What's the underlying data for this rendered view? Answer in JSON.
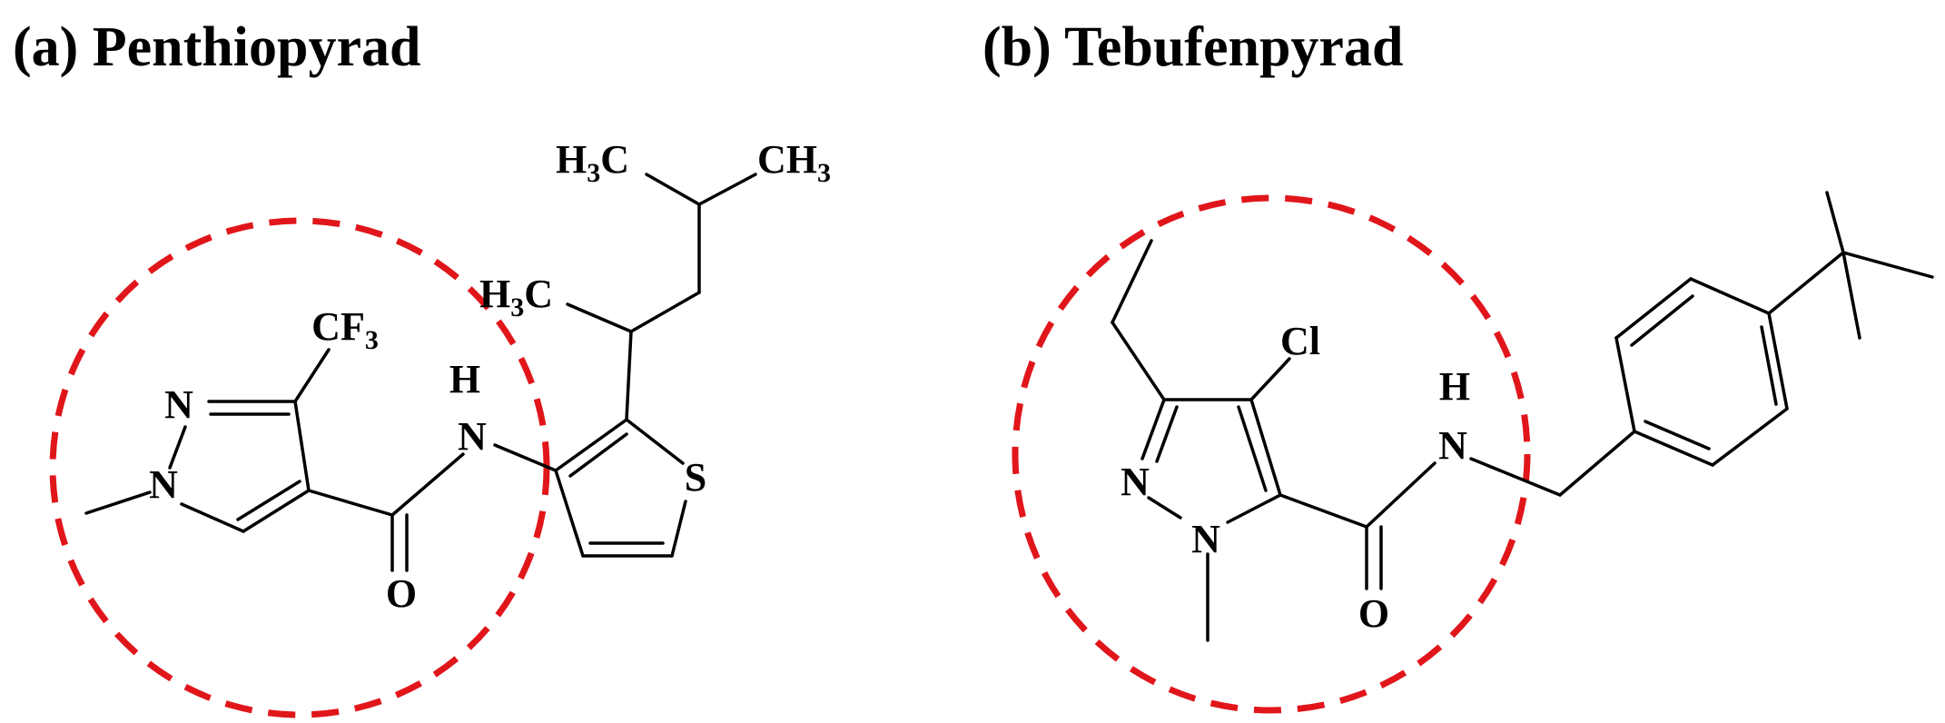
{
  "colors": {
    "highlight": "#e0161b",
    "ink": "#000000"
  },
  "panel_a": {
    "title": "(a) Penthiopyrad",
    "labels": {
      "n_top": "N",
      "n_bottom": "N",
      "cf3": "CF3",
      "nh_h": "H",
      "nh_n": "N",
      "o": "O",
      "s": "S",
      "h3c_left": "H3C",
      "h3c_top": "H3C",
      "ch3_top": "CH3"
    }
  },
  "panel_b": {
    "title": "(b) Tebufenpyrad",
    "labels": {
      "cl": "Cl",
      "n_top": "N",
      "n_bottom": "N",
      "nh_h": "H",
      "nh_n": "N",
      "o": "O"
    }
  }
}
